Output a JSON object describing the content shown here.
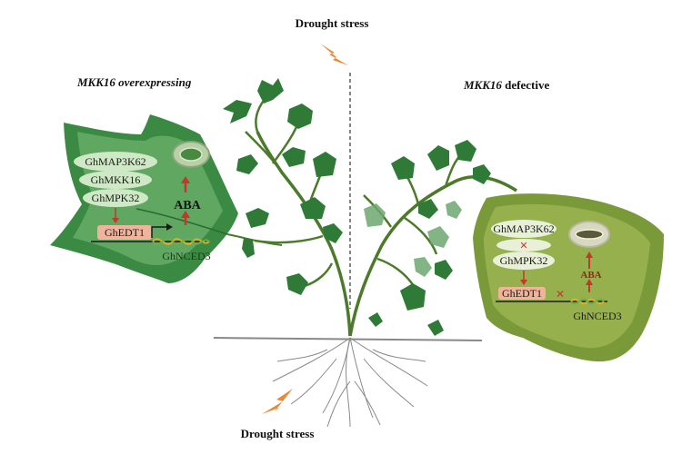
{
  "stress": {
    "top_label": "Drought stress",
    "bottom_label": "Drought stress"
  },
  "left_panel": {
    "title_gene": "MKK16",
    "title_suffix": " overexpressing",
    "cascade": [
      "GhMAP3K62",
      "GhMKK16",
      "GhMPK32"
    ],
    "tf": "GhEDT1",
    "target_gene": "GhNCED3",
    "hormone": "ABA"
  },
  "right_panel": {
    "title_gene": "MKK16",
    "title_suffix": " defective",
    "cascade": [
      "GhMAP3K62",
      "GhMPK32"
    ],
    "tf": "GhEDT1",
    "target_gene": "GhNCED3",
    "hormone": "ABA"
  },
  "colors": {
    "leaf_dark": "#2f7a3c",
    "leaf_light": "#7fbf7a",
    "right_leaf": "#7a9a3a",
    "arrow_red": "#c0392b",
    "tf_box": "#f0b49a",
    "stem": "#4a7a2a",
    "root": "#8a8a8a",
    "lightning": "#e8893a"
  }
}
